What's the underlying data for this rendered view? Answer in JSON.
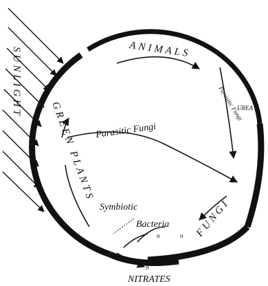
{
  "labels": {
    "sunlight": "SUNLIGHT",
    "animals": "ANIMALS",
    "green_plants": "GREEN PLANTS",
    "fungi": "FUNGI",
    "urea": "UREA",
    "parasitic_fungi_upper": "Parasitic Fungi",
    "parasitic_fungi_center": "Parasitic Fungi",
    "symbiotic": "Symbiotic",
    "bacteria": "Bacteria",
    "nitrates": "NITRATES",
    "n1": "n",
    "n2": "n",
    "n3": "n"
  },
  "colors": {
    "ink": "#111111",
    "background": "#ffffff"
  }
}
